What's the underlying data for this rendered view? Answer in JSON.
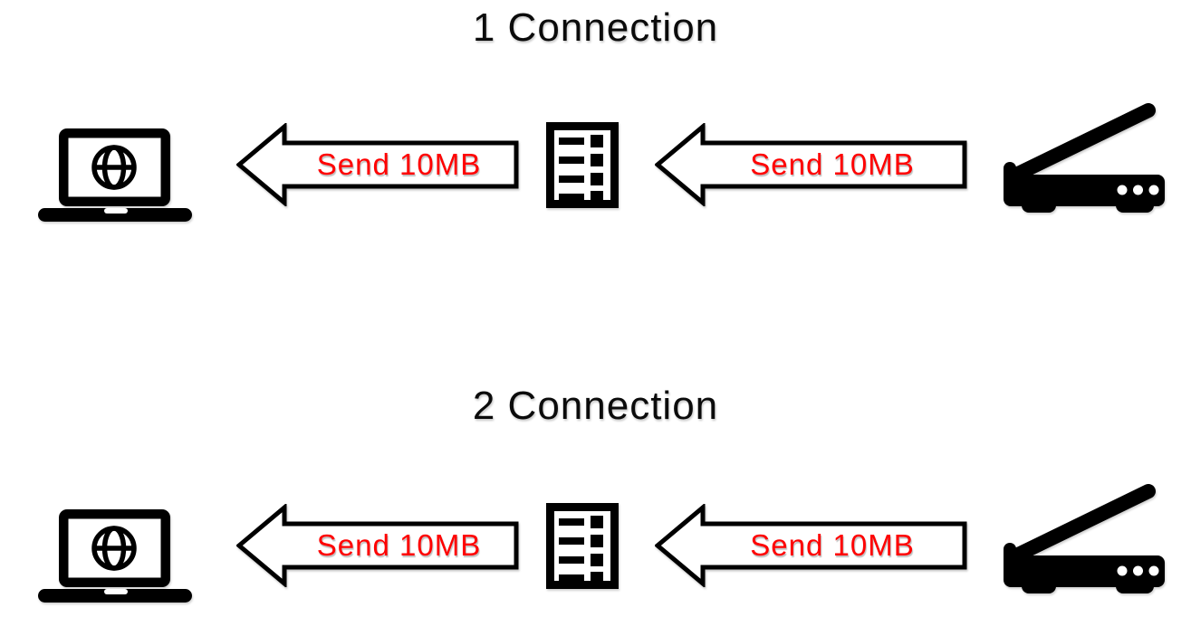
{
  "diagram": {
    "background": "#ffffff",
    "colors": {
      "icon": "#000000",
      "arrow_fill": "#ffffff",
      "arrow_outline": "#000000",
      "arrow_label_red": "#ff0000",
      "title_text": "#0b0b0b"
    },
    "sections": [
      {
        "title": "1 Connection",
        "left_device": "laptop-with-globe",
        "middle_device": "document-list-server",
        "right_device": "scanner",
        "arrow1_label": "Send 10MB",
        "arrow2_label": "Send 10MB",
        "arrow_direction": "left"
      },
      {
        "title": "2 Connection",
        "left_device": "laptop-with-globe",
        "middle_device": "document-list-server",
        "right_device": "scanner",
        "arrow1_label": "Send 10MB",
        "arrow2_label": "Send 10MB",
        "arrow_direction": "left"
      }
    ]
  }
}
